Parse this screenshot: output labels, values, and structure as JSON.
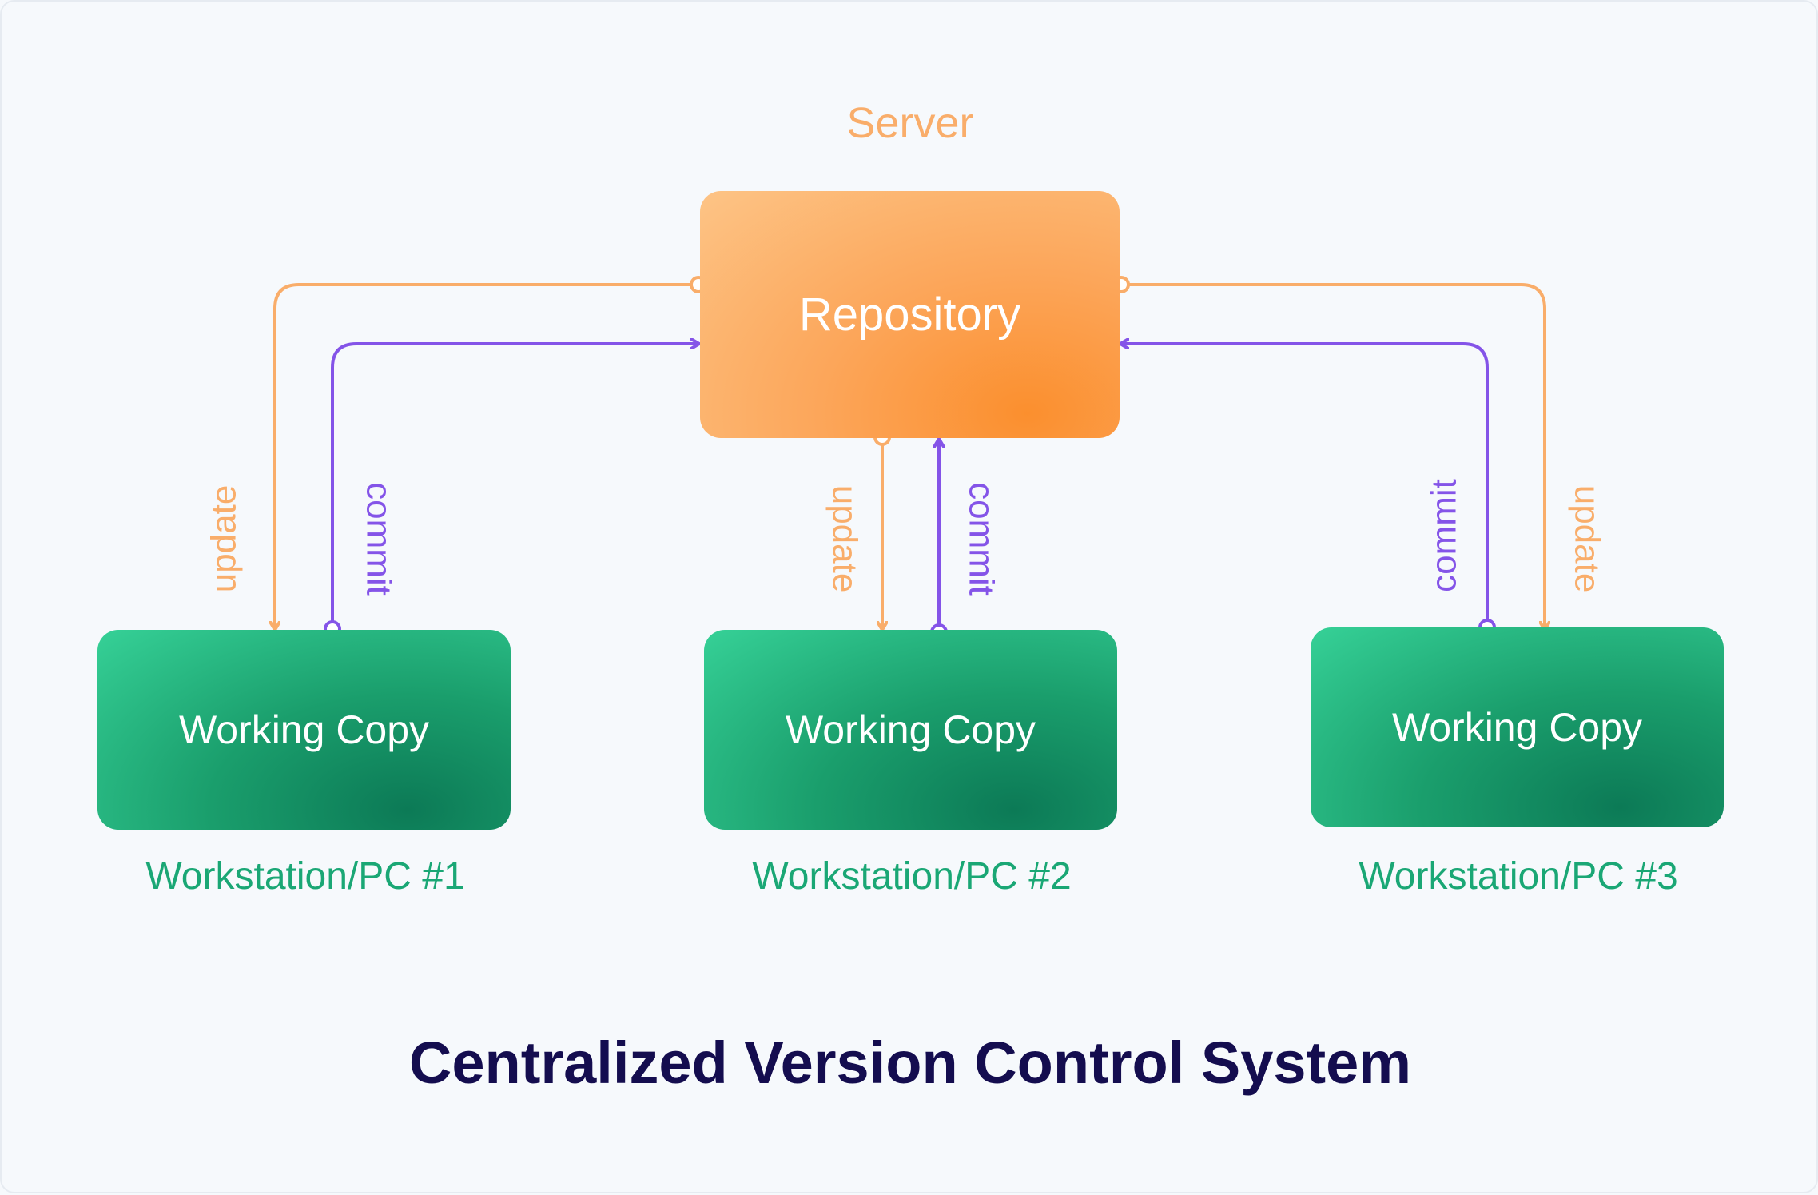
{
  "server": {
    "label": "Server",
    "repository": "Repository"
  },
  "workstations": [
    {
      "working_copy": "Working Copy",
      "label": "Workstation/PC #1"
    },
    {
      "working_copy": "Working Copy",
      "label": "Workstation/PC #2"
    },
    {
      "working_copy": "Working Copy",
      "label": "Workstation/PC #3"
    }
  ],
  "edges": {
    "update": "update",
    "commit": "commit"
  },
  "title": "Centralized Version Control System",
  "colors": {
    "update": "#f9ad6a",
    "commit": "#8454e8",
    "repository": "#fca65a",
    "working_copy": "#1a9e6c",
    "workstation_label": "#1aa775",
    "title": "#140d4f",
    "server_label": "#f9ad6a"
  }
}
